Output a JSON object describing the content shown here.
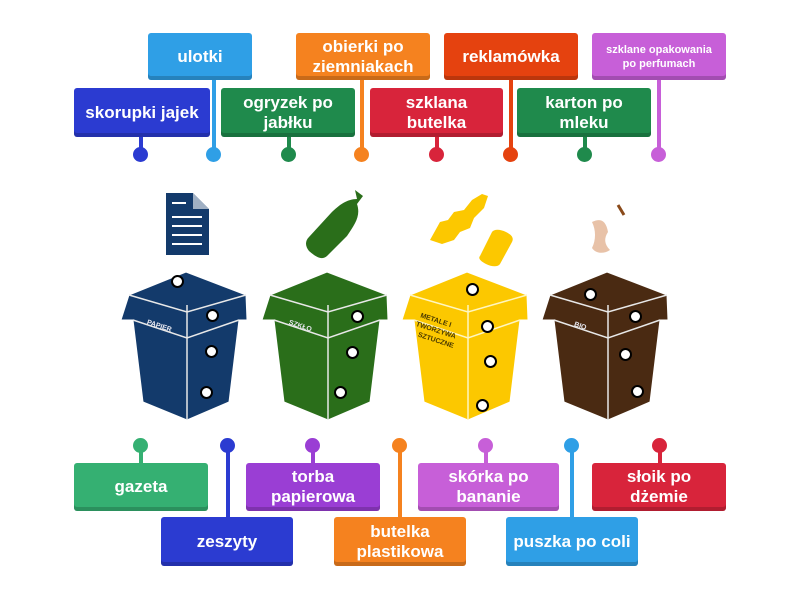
{
  "colors": {
    "blue": "#2b3bd1",
    "lightblue": "#2f9fe6",
    "orange": "#f5821f",
    "green": "#1f8a4c",
    "red": "#d8243b",
    "redorange": "#e5420f",
    "purple": "#c75fd8",
    "violet": "#9a3ed4",
    "lightgreen": "#35b072"
  },
  "top_labels": [
    {
      "text": "ulotki",
      "color": "#2f9fe6"
    },
    {
      "text": "skorupki jajek",
      "color": "#2b3bd1"
    },
    {
      "text": "obierki po ziemniakach",
      "color": "#f5821f"
    },
    {
      "text": "ogryzek po jabłku",
      "color": "#1f8a4c"
    },
    {
      "text": "reklamówka",
      "color": "#e5420f"
    },
    {
      "text": "szklana butelka",
      "color": "#d8243b"
    },
    {
      "text": "szklane opakowania po perfumach",
      "color": "#c75fd8"
    },
    {
      "text": "karton po mleku",
      "color": "#1f8a4c"
    }
  ],
  "bottom_labels": [
    {
      "text": "gazeta",
      "color": "#35b072"
    },
    {
      "text": "zeszyty",
      "color": "#2b3bd1"
    },
    {
      "text": "torba papierowa",
      "color": "#9a3ed4"
    },
    {
      "text": "butelka plastikowa",
      "color": "#f5821f"
    },
    {
      "text": "skórka po bananie",
      "color": "#c75fd8"
    },
    {
      "text": "puszka po coli",
      "color": "#2f9fe6"
    },
    {
      "text": "słoik po dżemie",
      "color": "#d8243b"
    }
  ],
  "bins": [
    {
      "name": "PAPIER",
      "color": "#133a6b"
    },
    {
      "name": "SZKŁO",
      "color": "#2a6e1a"
    },
    {
      "name": "METALE I TWORZYWA SZTUCZNE",
      "color": "#fcc800"
    },
    {
      "name": "BIO",
      "color": "#4a2a12"
    }
  ]
}
